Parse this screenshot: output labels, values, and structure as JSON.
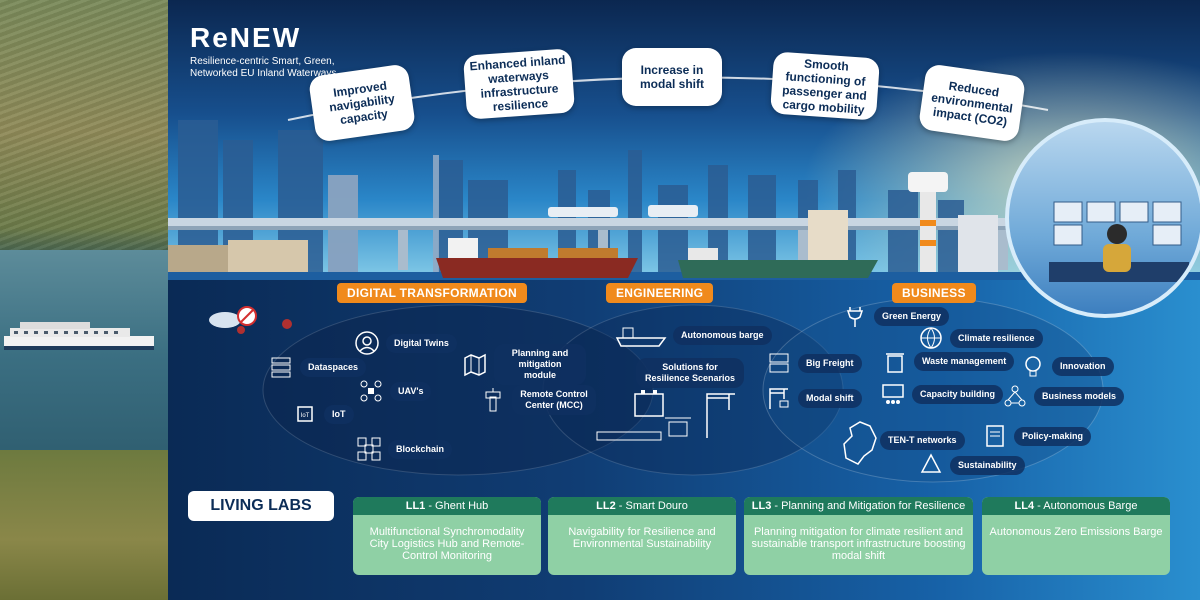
{
  "logo": {
    "title": "ReNEW",
    "subtitle": "Resilience-centric Smart, Green, Networked EU Inland Waterways"
  },
  "goals": [
    {
      "label": "Improved navigability capacity"
    },
    {
      "label": "Enhanced inland waterways infrastructure resilience"
    },
    {
      "label": "Increase in modal shift"
    },
    {
      "label": "Smooth functioning of passenger and cargo mobility"
    },
    {
      "label": "Reduced environmental impact (CO2)"
    }
  ],
  "sections": {
    "digital": "DIGITAL TRANSFORMATION",
    "engineering": "ENGINEERING",
    "business": "BUSINESS"
  },
  "digital_items": {
    "dataspaces": "Dataspaces",
    "digital_twins": "Digital Twins",
    "uavs": "UAV's",
    "iot": "IoT",
    "blockchain": "Blockchain",
    "planning": "Planning and mitigation module",
    "mcc": "Remote Control Center (MCC)"
  },
  "engineering_items": {
    "barge": "Autonomous barge",
    "solutions": "Solutions for Resilience Scenarios",
    "big_freight": "Big Freight",
    "modal_shift": "Modal shift"
  },
  "business_items": {
    "green_energy": "Green Energy",
    "climate": "Climate resilience",
    "waste": "Waste management",
    "innovation": "Innovation",
    "capacity": "Capacity building",
    "models": "Business models",
    "tent": "TEN-T networks",
    "policy": "Policy-making",
    "sustainability": "Sustainability"
  },
  "living_labs": {
    "title": "LIVING LABS",
    "labs": [
      {
        "code": "LL1",
        "name": " - Ghent Hub",
        "desc": "Multifunctional Synchromodality City Logistics Hub and Remote-Control Monitoring"
      },
      {
        "code": "LL2",
        "name": " - Smart Douro",
        "desc": "Navigability for Resilience and Environmental Sustainability"
      },
      {
        "code": "LL3",
        "name": " - Planning and Mitigation for Resilience",
        "desc": "Planning mitigation for climate resilient and sustainable transport infrastructure boosting modal shift"
      },
      {
        "code": "LL4",
        "name": " - Autonomous Barge",
        "desc": "Autonomous Zero Emissions Barge"
      }
    ]
  },
  "colors": {
    "accent_orange": "#f08a1c",
    "navy": "#0c2d57",
    "lab_green": "#1f7a5c",
    "lab_card": "#8fd0a5"
  }
}
